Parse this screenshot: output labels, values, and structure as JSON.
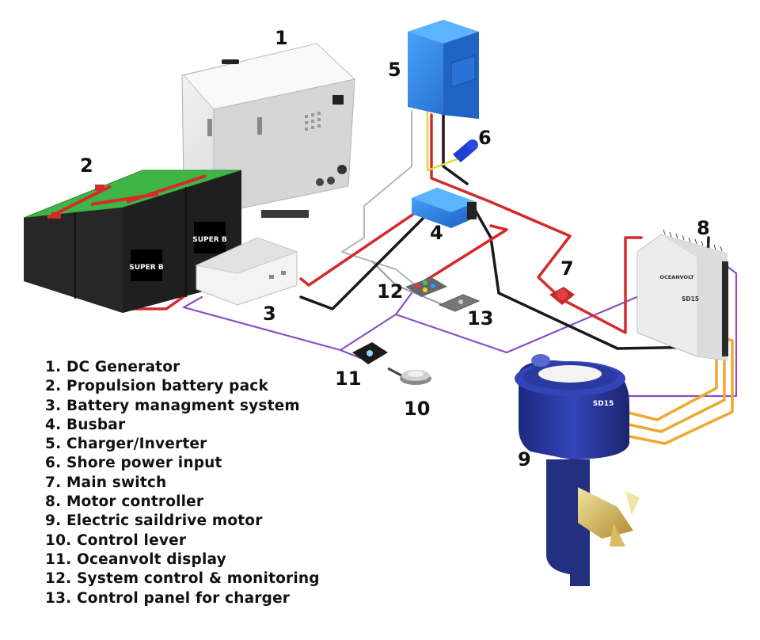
{
  "numbers": [
    "1",
    "2",
    "3",
    "4",
    "5",
    "6",
    "7",
    "8",
    "9",
    "10",
    "11",
    "12",
    "13"
  ],
  "legend": [
    "1. DC Generator",
    "2. Propulsion battery pack",
    "3. Battery managment system",
    "4. Busbar",
    "5. Charger/Inverter",
    "6. Shore power input",
    "7. Main switch",
    "8. Motor controller",
    "9. Electric saildrive motor",
    "10. Control lever",
    "11. Oceanvolt display",
    "12. System control & monitoring",
    "13. Control panel for charger"
  ],
  "device_text": {
    "battery_brand": "SUPER B",
    "controller_brand": "OCEANVOLT",
    "model": "SD15"
  },
  "colors": {
    "dc_positive": "#d42a2a",
    "dc_negative": "#1a1a1a",
    "motor_phase": "#f0a830",
    "data_bus": "#8a4fc4",
    "charger": "#2e7ee0",
    "motor": "#2a3aa8",
    "battery_top": "#3fb548"
  }
}
